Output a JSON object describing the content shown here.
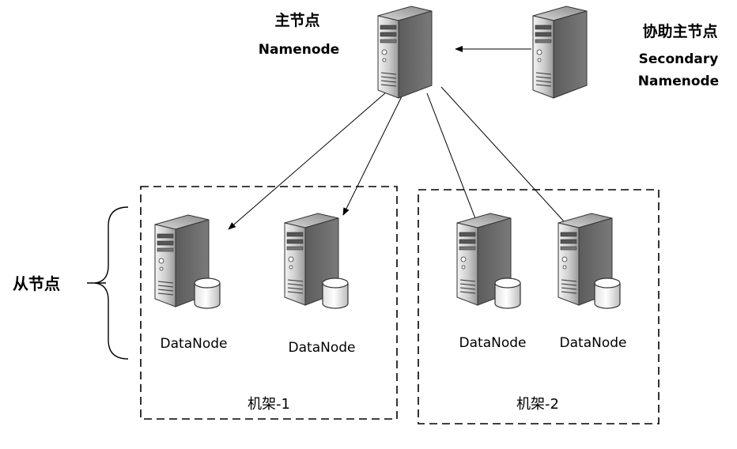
{
  "master": {
    "title": "主节点",
    "subtitle": "Namenode"
  },
  "secondary": {
    "title": "协助主节点",
    "line1": "Secondary",
    "line2": "Namenode"
  },
  "slaves_label": "从节点",
  "racks": [
    {
      "label": "机架-1",
      "nodes": [
        "DataNode",
        "DataNode"
      ]
    },
    {
      "label": "机架-2",
      "nodes": [
        "DataNode",
        "DataNode"
      ]
    }
  ]
}
